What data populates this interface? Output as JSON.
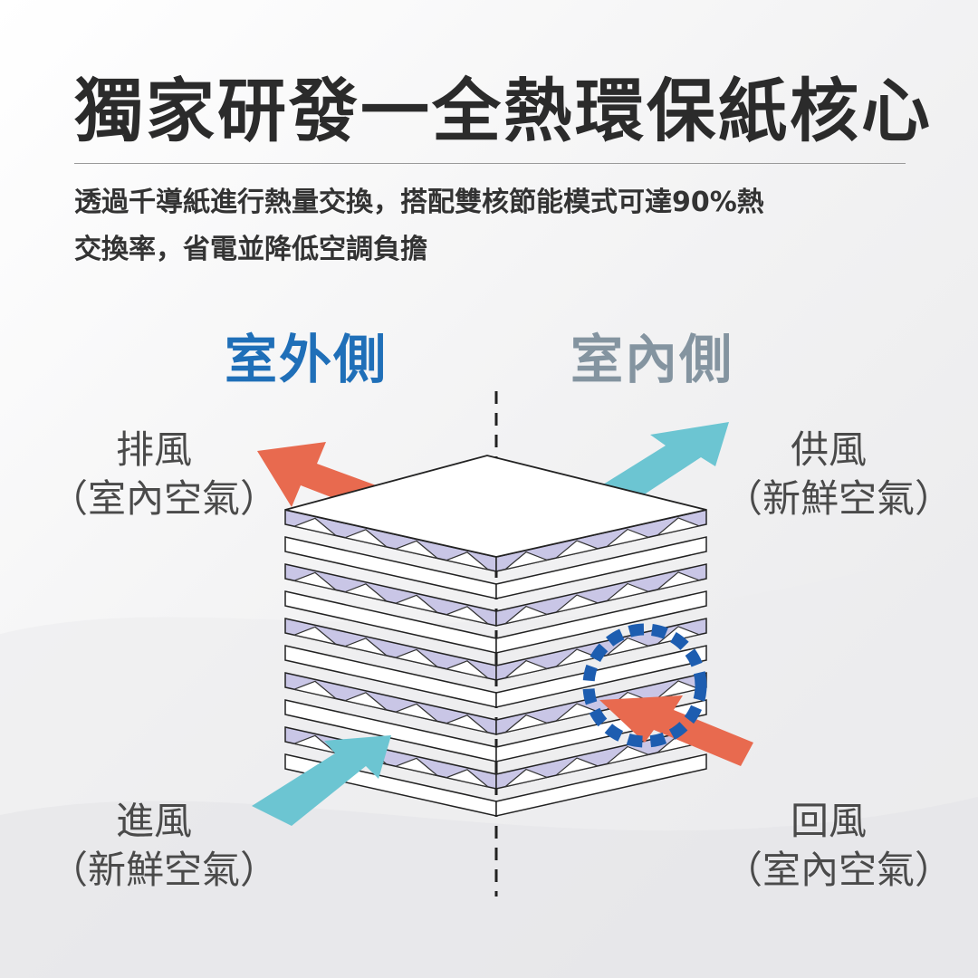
{
  "title": "獨家研發一全熱環保紙核心",
  "description": [
    "透過千導紙進行熱量交換，搭配雙核節能模式可達90%熱",
    "交換率，省電並降低空調負擔"
  ],
  "sides": {
    "outdoor": "室外側",
    "indoor": "室內側"
  },
  "flows": {
    "exhaust": {
      "name": "排風",
      "detail": "（室內空氣）"
    },
    "supply": {
      "name": "供風",
      "detail": "（新鮮空氣）"
    },
    "intake": {
      "name": "進風",
      "detail": "（新鮮空氣）"
    },
    "return": {
      "name": "回風",
      "detail": "（室內空氣）"
    }
  },
  "colors": {
    "title_text": "#2b2b2b",
    "outdoor_label": "#1f6fb8",
    "indoor_label": "#8494a0",
    "fresh_air_arrow": "#6cc5d2",
    "indoor_air_arrow": "#e86a4f",
    "fin_fill": "#c9c6e6",
    "highlight_ring": "#1d5db0"
  },
  "icons": {
    "fresh_air": "cyan-arrow",
    "indoor_air": "red-arrow",
    "highlight": "dashed-circle"
  }
}
